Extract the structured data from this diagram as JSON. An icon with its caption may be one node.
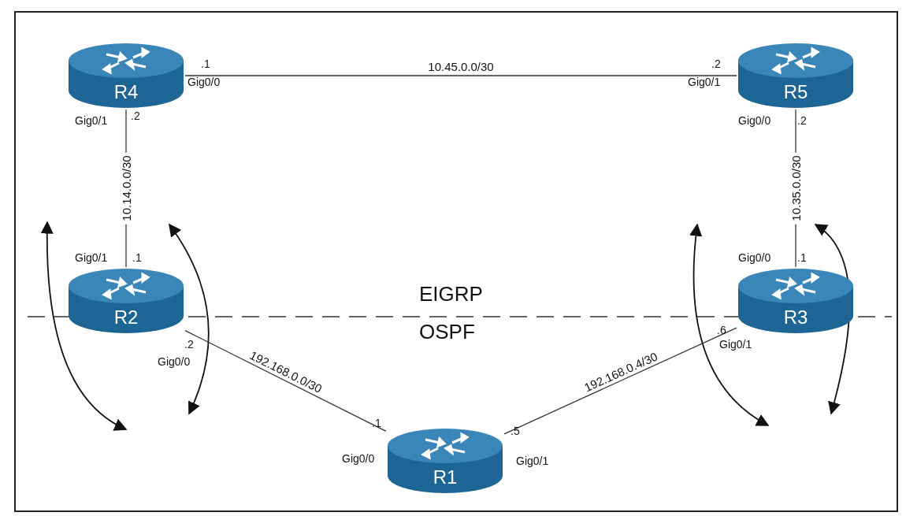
{
  "diagram": {
    "nodes": [
      {
        "text": [
          "R4"
        ]
      },
      {
        "text": [
          "R5"
        ]
      },
      {
        "text": [
          "R2"
        ]
      },
      {
        "text": [
          "R3"
        ]
      },
      {
        "text": [
          "R1"
        ]
      }
    ],
    "edges": [
      {
        "from": 0,
        "to": 1,
        "arrow": "none",
        "label": "10.45.0.0/30"
      },
      {
        "from": 0,
        "to": 2,
        "arrow": "none",
        "label": "10.14.0.0/30"
      },
      {
        "from": 1,
        "to": 3,
        "arrow": "none",
        "label": "10.35.0.0/30"
      },
      {
        "from": 2,
        "to": 4,
        "arrow": "none",
        "label": "192.168.0.0/30"
      },
      {
        "from": 3,
        "to": 4,
        "arrow": "none",
        "label": "192.168.0.4/30"
      }
    ],
    "labels": [
      ".1",
      "Gig0/0",
      ".2",
      "Gig0/1",
      "Gig0/1",
      ".2",
      "Gig0/0",
      ".2",
      "Gig0/1",
      ".1",
      "Gig0/0",
      ".1",
      "EIGRP",
      "OSPF",
      ".2",
      "Gig0/0",
      ".6",
      "Gig0/1",
      ".1",
      "Gig0/0",
      ".5",
      "Gig0/1"
    ]
  }
}
